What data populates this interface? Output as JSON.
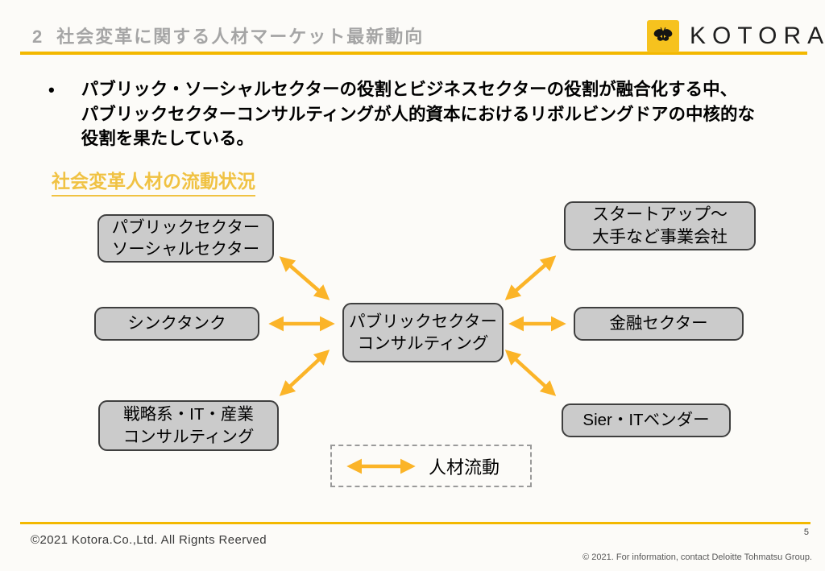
{
  "colors": {
    "accent": "#F3B800",
    "arrow": "#FBB428",
    "heading_text": "#F0C243",
    "box_fill": "#CBCBCB",
    "logo_yellow": "#F6C21E",
    "header_gray": "#A5A5A5"
  },
  "header": {
    "number": "2",
    "title": "社会変革に関する人材マーケット最新動向"
  },
  "logo": {
    "brand": "KOTORA",
    "icon": "butterfly-icon"
  },
  "bullet": {
    "marker": "•",
    "lines": [
      "パブリック・ソーシャルセクターの役割とビジネスセクターの役割が融合化する中、",
      "パブリックセクターコンサルティングが人的資本におけるリボルビングドアの中核的な",
      "役割を果たしている。"
    ]
  },
  "section": {
    "heading": "社会変革人材の流動状況"
  },
  "diagram": {
    "boxes": [
      {
        "id": "public-social-sector",
        "lines": [
          "パブリックセクター",
          "ソーシャルセクター"
        ]
      },
      {
        "id": "think-tank",
        "lines": [
          "シンクタンク"
        ]
      },
      {
        "id": "strategy-it-industry-consulting",
        "lines": [
          "戦略系・IT・産業",
          "コンサルティング"
        ]
      },
      {
        "id": "public-sector-consulting",
        "lines": [
          "パブリックセクター",
          "コンサルティング"
        ]
      },
      {
        "id": "startup-large-corporates",
        "lines": [
          "スタートアップ～",
          "大手など事業会社"
        ]
      },
      {
        "id": "financial-sector",
        "lines": [
          "金融セクター"
        ]
      },
      {
        "id": "sier-it-vendor",
        "lines": [
          "Sier・ITベンダー"
        ]
      }
    ],
    "legend": {
      "label": "人材流動"
    }
  },
  "footer": {
    "copyright": "©2021 Kotora.Co.,Ltd. All Rignts Reerved",
    "page_number": "5",
    "deloitte_note": "© 2021. For information, contact Deloitte Tohmatsu Group."
  }
}
